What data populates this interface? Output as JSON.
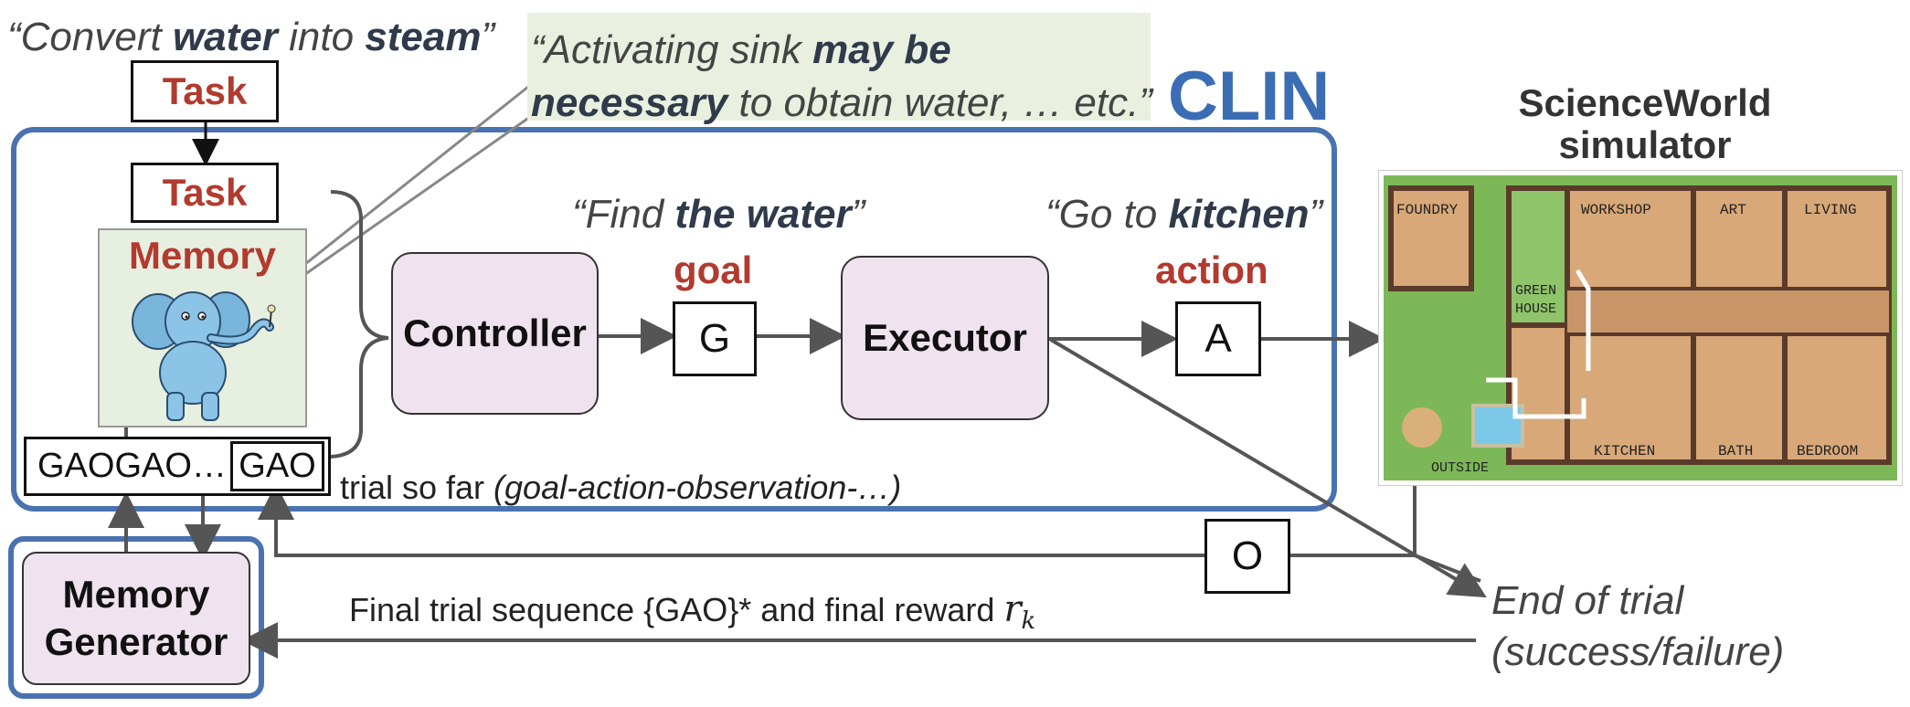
{
  "task_quote": {
    "pre": "“Convert ",
    "b1": "water",
    "mid": " into ",
    "b2": "steam",
    "post": "”"
  },
  "memory_quote": {
    "pre": "“Activating sink ",
    "b1": "may be",
    "b2": "necessary",
    "post": " to obtain water, … etc.”"
  },
  "clin_title": "CLIN",
  "task_top_label": "Task",
  "task_inner_label": "Task",
  "memory_label": "Memory",
  "gao_sequence": "GAOGAO…",
  "gao_last": "GAO",
  "trial_caption": {
    "pre": "trial so far ",
    "italic": "(goal-action-observation-…)"
  },
  "controller_label": "Controller",
  "goal_quote": {
    "pre": "“Find ",
    "b": "the water",
    "post": "”"
  },
  "goal_label": "goal",
  "goal_letter": "G",
  "executor_label": "Executor",
  "action_quote": {
    "pre": "“Go to ",
    "b": "kitchen",
    "post": "”"
  },
  "action_label": "action",
  "action_letter": "A",
  "observation_letter": "O",
  "simulator_title": [
    "ScienceWorld",
    "simulator"
  ],
  "rooms": [
    "FOUNDRY",
    "WORKSHOP",
    "ART",
    "LIVING",
    "GREEN",
    "HOUSE",
    "OUTSIDE",
    "KITCHEN",
    "BATH",
    "BEDROOM"
  ],
  "memory_generator_label": [
    "Memory",
    "Generator"
  ],
  "final_caption": {
    "pre": "Final trial sequence {GAO}* and final reward ",
    "r": "r",
    "k": "k"
  },
  "end_of_trial": [
    "End of trial",
    "(success/failure)"
  ],
  "colors": {
    "clin_blue": "#4a72b0",
    "task_red": "#b23a2e",
    "purple_fill": "#efe3ef",
    "quote_bg": "#e9f0e0",
    "arrow_gray": "#555555"
  }
}
